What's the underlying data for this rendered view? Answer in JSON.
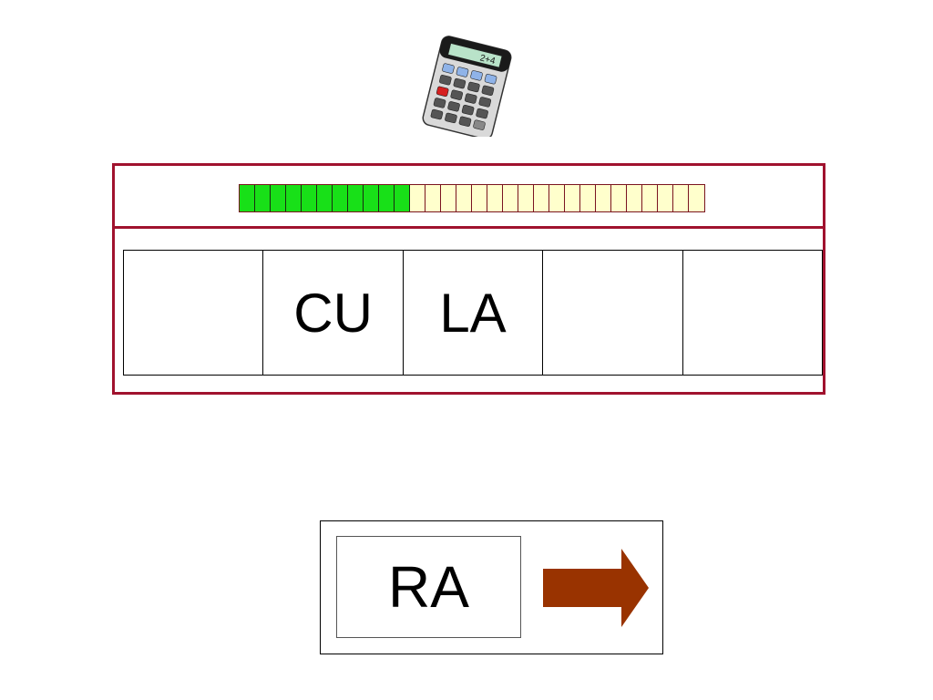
{
  "calculator": {
    "display": "2+4"
  },
  "progress": {
    "total_segments": 30,
    "completed_segments": 11,
    "completed_color": "#18e018",
    "remaining_color": "#ffffcc"
  },
  "board": {
    "border_color": "#a0122e",
    "slots": [
      "",
      "CU",
      "LA",
      "",
      ""
    ]
  },
  "answer": {
    "syllable": "RA",
    "arrow_color": "#993300"
  }
}
